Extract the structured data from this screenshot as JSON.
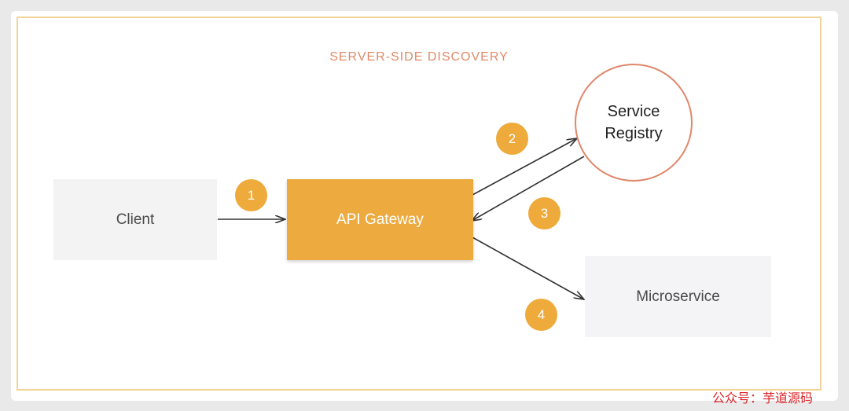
{
  "diagram": {
    "title": "SERVER-SIDE DISCOVERY",
    "nodes": {
      "client": "Client",
      "gateway": "API Gateway",
      "registry_line1": "Service",
      "registry_line2": "Registry",
      "microservice": "Microservice"
    },
    "steps": [
      "1",
      "2",
      "3",
      "4"
    ],
    "edges": [
      {
        "from": "client",
        "to": "gateway",
        "step": "1"
      },
      {
        "from": "gateway",
        "to": "registry",
        "step": "2"
      },
      {
        "from": "registry",
        "to": "gateway",
        "step": "3"
      },
      {
        "from": "gateway",
        "to": "microservice",
        "step": "4"
      }
    ],
    "colors": {
      "gateway": "#ecaa3f",
      "badge": "#eeaa3a",
      "title": "#df8a67",
      "registry_border": "#e0866a",
      "frame_border": "#f0d49a"
    }
  },
  "watermark": "公众号：芋道源码"
}
